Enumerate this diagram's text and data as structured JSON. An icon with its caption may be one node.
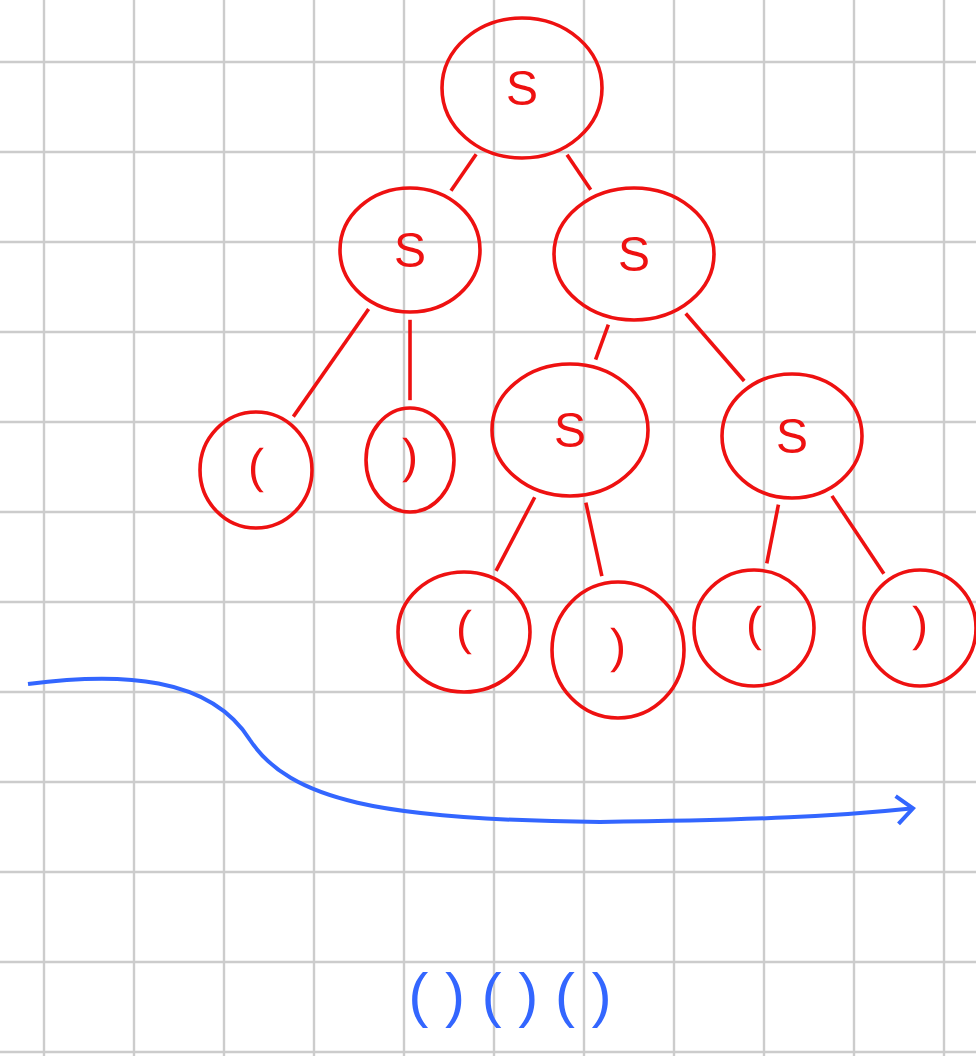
{
  "diagram": {
    "nodes": [
      {
        "text": [
          "S"
        ]
      },
      {
        "text": [
          "S"
        ]
      },
      {
        "text": [
          "S"
        ]
      },
      {
        "text": [
          "("
        ]
      },
      {
        "text": [
          ")"
        ]
      },
      {
        "text": [
          "S"
        ]
      },
      {
        "text": [
          "S"
        ]
      },
      {
        "text": [
          "("
        ]
      },
      {
        "text": [
          ")"
        ]
      },
      {
        "text": [
          "("
        ]
      },
      {
        "text": [
          ")"
        ]
      }
    ],
    "edges": [
      {
        "from": 0,
        "to": 1,
        "arrow": "none"
      },
      {
        "from": 0,
        "to": 2,
        "arrow": "none"
      },
      {
        "from": 1,
        "to": 3,
        "arrow": "none"
      },
      {
        "from": 1,
        "to": 4,
        "arrow": "none"
      },
      {
        "from": 2,
        "to": 5,
        "arrow": "none"
      },
      {
        "from": 2,
        "to": 6,
        "arrow": "none"
      },
      {
        "from": 5,
        "to": 7,
        "arrow": "none"
      },
      {
        "from": 5,
        "to": 8,
        "arrow": "none"
      },
      {
        "from": 6,
        "to": 9,
        "arrow": "none"
      },
      {
        "from": 6,
        "to": 10,
        "arrow": "none"
      }
    ],
    "labels": [
      "( ) ( ) ( )"
    ]
  }
}
